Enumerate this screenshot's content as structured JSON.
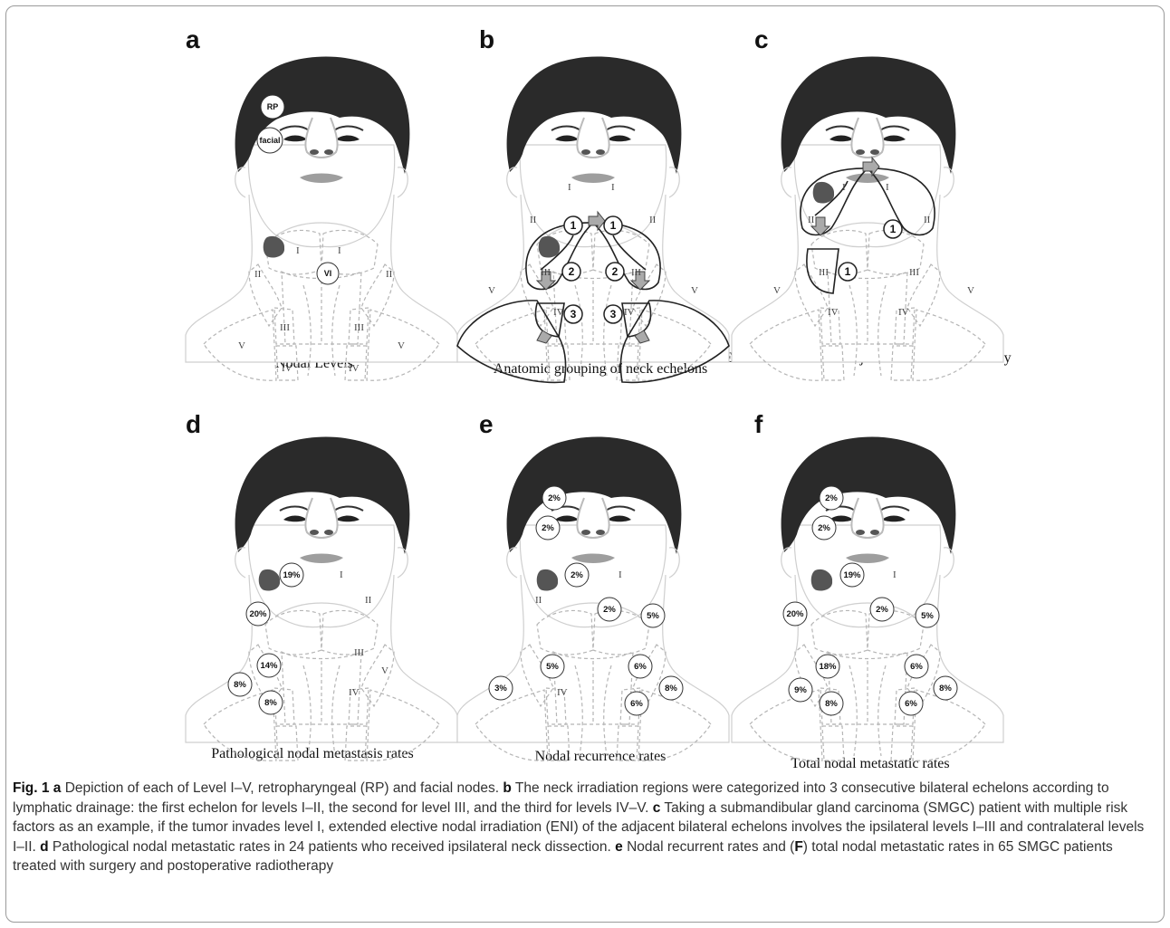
{
  "panels": [
    {
      "letter": "a",
      "caption": "Nodal Levels"
    },
    {
      "letter": "b",
      "caption": "Anatomic grouping of neck echelons"
    },
    {
      "letter": "c",
      "caption": "Extended ENI to the adjacent echelons bilaterally"
    },
    {
      "letter": "d",
      "caption": "Pathological nodal metastasis rates"
    },
    {
      "letter": "e",
      "caption": "Nodal recurrence rates"
    },
    {
      "letter": "f",
      "caption": "Total nodal metastatic rates"
    }
  ],
  "level_labels": {
    "I": "I",
    "II": "II",
    "III": "III",
    "IV": "IV",
    "V": "V",
    "VI": "VI",
    "RP": "RP",
    "facial": "facial"
  },
  "echelon_numbers": {
    "one": "1",
    "two": "2",
    "three": "3"
  },
  "rates": {
    "d": {
      "level_I": "19%",
      "level_II": "20%",
      "level_III": "14%",
      "level_V": "8%",
      "level_IV": "8%"
    },
    "e": {
      "rp": "2%",
      "facial": "2%",
      "level_I": "2%",
      "level_VI": "2%",
      "contra_II": "5%",
      "level_III": "5%",
      "level_V": "3%",
      "contra_III": "6%",
      "contra_V": "8%",
      "contra_IV": "6%"
    },
    "f": {
      "rp": "2%",
      "facial": "2%",
      "level_I": "19%",
      "level_II": "20%",
      "level_VI": "2%",
      "contra_II": "5%",
      "level_III": "18%",
      "level_V": "9%",
      "level_IV": "8%",
      "contra_III": "6%",
      "contra_V": "8%",
      "contra_IV": "6%"
    }
  },
  "figure_caption": {
    "fig_label": "Fig. 1",
    "a_letter": "a",
    "a_text": " Depiction of each of Level I–V, retropharyngeal (RP) and facial nodes. ",
    "b_letter": "b",
    "b_text": " The neck irradiation regions were categorized into 3 consecutive bilateral echelons according to lymphatic drainage: the first echelon for levels I–II, the second for level III, and the third for levels IV–V. ",
    "c_letter": "c",
    "c_text": " Taking a submandibular gland carcinoma (SMGC) patient with multiple risk factors as an example, if the tumor invades level I, extended elective nodal irradiation (ENI) of the adjacent bilateral echelons involves the ipsilateral levels I–III and contralateral levels I–II. ",
    "d_letter": "d",
    "d_text": " Pathological nodal metastatic rates in 24 patients who received ipsilateral neck dissection. ",
    "e_letter": "e",
    "e_text": " Nodal recurrent rates and (",
    "f_letter": "F",
    "f_text": ") total nodal metastatic rates in 65 SMGC patients treated with surgery and postoperative radiotherapy"
  }
}
